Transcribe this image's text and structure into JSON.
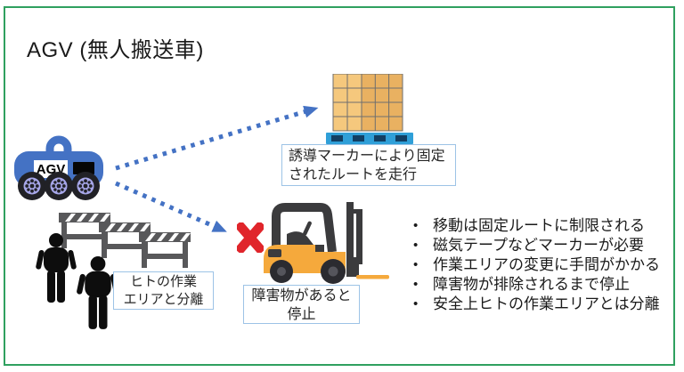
{
  "title": "AGV (無人搬送車)",
  "agv_label": "AGV",
  "callouts": {
    "route": "誘導マーカーにより固定\nされたルートを走行",
    "human_area": "ヒトの作業\nエリアと分離",
    "obstacle": "障害物があると\n停止"
  },
  "bullets": {
    "marker": "•",
    "items": [
      "移動は固定ルートに制限される",
      "磁気テープなどマーカーが必要",
      "作業エリアの変更に手間がかかる",
      "障害物が排除されるまで停止",
      "安全上ヒトの作業エリアとは分離"
    ]
  },
  "colors": {
    "frame_green": "#2FA05F",
    "accent_blue": "#4472C4",
    "callout_border": "#9DC3E6",
    "alert_red": "#E0252B",
    "forklift_orange": "#F5A93C",
    "pallet_blue": "#2F9FD8",
    "box_tan": "#F2C379"
  }
}
